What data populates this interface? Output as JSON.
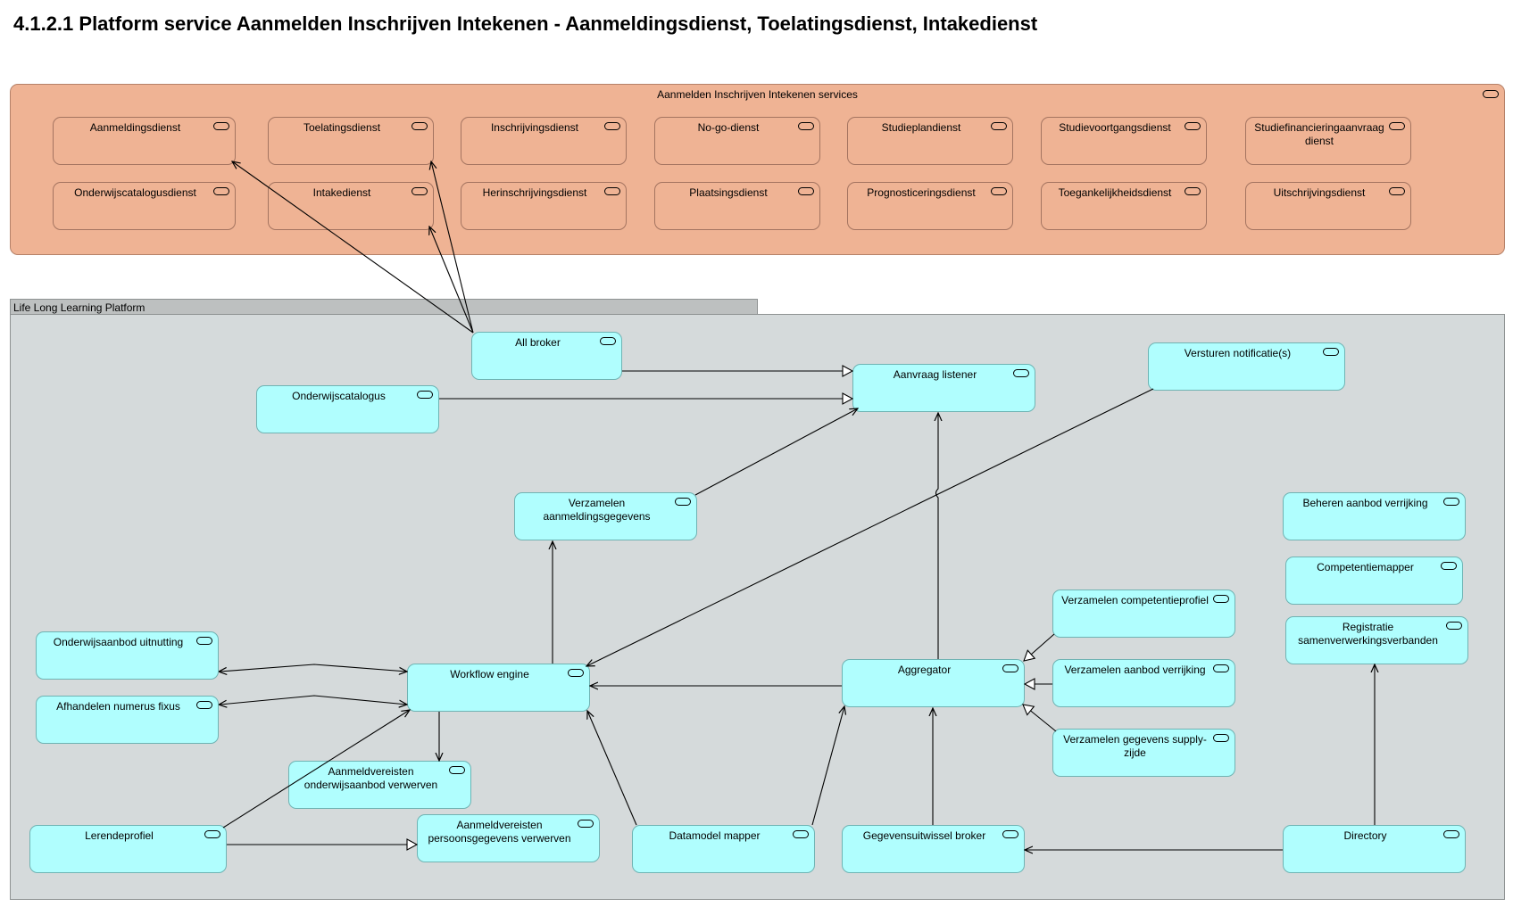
{
  "title": "4.1.2.1 Platform service Aanmelden Inschrijven Intekenen - Aanmeldingsdienst, Toelatingsdienst, Intakedienst",
  "groups": {
    "services": "Aanmelden Inschrijven Intekenen services",
    "platform": "Life Long Learning Platform"
  },
  "services": {
    "aanmeldingsdienst": "Aanmeldingsdienst",
    "toelatingsdienst": "Toelatingsdienst",
    "inschrijvingsdienst": "Inschrijvingsdienst",
    "nogodienst": "No-go-dienst",
    "studieplandienst": "Studieplandienst",
    "studievoortgangsdienst": "Studievoortgangsdienst",
    "studiefinanciering": "Studiefinancieringaanvraagdienst",
    "onderwijscatalogusdienst": "Onderwijscatalogusdienst",
    "intakedienst": "Intakedienst",
    "herinschrijvingsdienst": "Herinschrijvingsdienst",
    "plaatsingsdienst": "Plaatsingsdienst",
    "prognosticeringsdienst": "Prognosticeringsdienst",
    "toegankelijkheidsdienst": "Toegankelijkheidsdienst",
    "uitschrijvingsdienst": "Uitschrijvingsdienst"
  },
  "components": {
    "all_broker": "All broker",
    "onderwijscatalogus": "Onderwijscatalogus",
    "aanvraag_listener": "Aanvraag listener",
    "versturen_notificatie": "Versturen notificatie(s)",
    "verzamelen_aanmeldingsgegevens": "Verzamelen aanmeldingsgegevens",
    "beheren_aanbod_verrijking": "Beheren aanbod verrijking",
    "competentiemapper": "Competentiemapper",
    "verzamelen_competentieprofiel": "Verzamelen competentieprofiel",
    "registratie_samenwerkingsverbanden": "Registratie samenverwerkingsverbanden",
    "onderwijsaanbod_uitnutting": "Onderwijsaanbod uitnutting",
    "workflow_engine": "Workflow engine",
    "aggregator": "Aggregator",
    "verzamelen_aanbod_verrijking": "Verzamelen aanbod verrijking",
    "afhandelen_numerus_fixus": "Afhandelen numerus fixus",
    "verzamelen_gegevens_supply": "Verzamelen gegevens supply-zijde",
    "aanmeldvereisten_onderwijsaanbod": "Aanmeldvereisten onderwijsaanbod verwerven",
    "aanmeldvereisten_persoonsgegevens": "Aanmeldvereisten persoonsgegevens verwerven",
    "lerendeprofiel": "Lerendeprofiel",
    "datamodel_mapper": "Datamodel mapper",
    "gegevensuitwissel_broker": "Gegevensuitwissel broker",
    "directory": "Directory"
  },
  "colors": {
    "service_fill": "#efb394",
    "component_fill": "#b0fefe",
    "platform_fill": "#d5dadb"
  },
  "icons": {
    "element": "application-service-icon"
  }
}
